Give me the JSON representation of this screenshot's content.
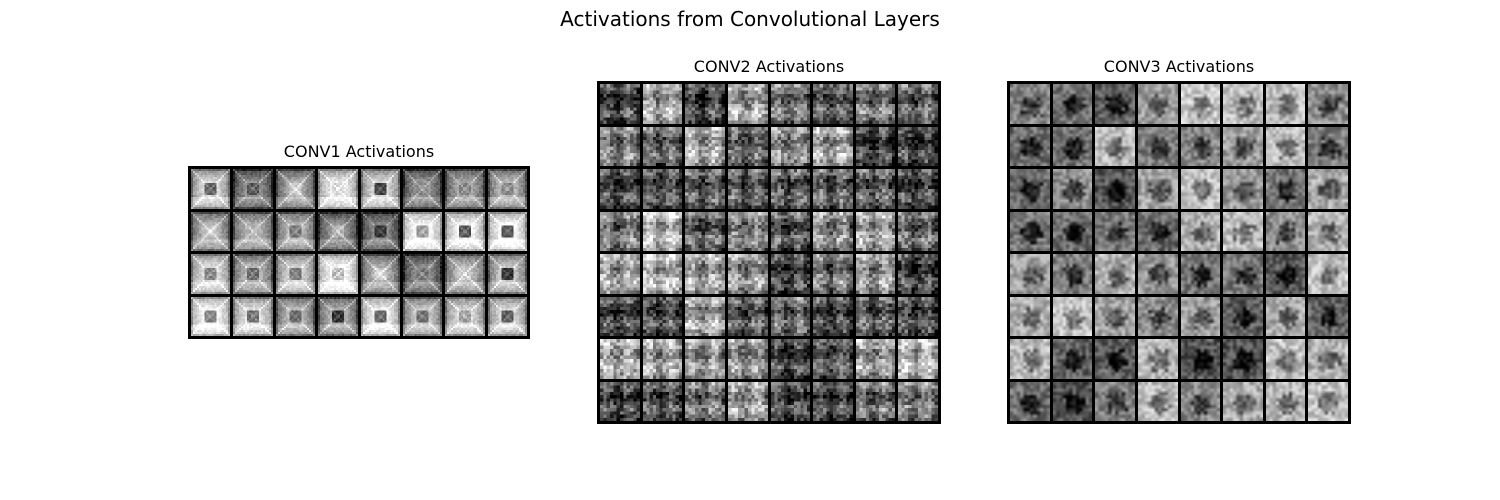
{
  "figure": {
    "title": "Activations from Convolutional Layers"
  },
  "chart_data": [
    {
      "type": "heatmap",
      "title": "CONV1 Activations",
      "colormap": "gray",
      "rows": 4,
      "cols": 8,
      "tile_style": "corridor"
    },
    {
      "type": "heatmap",
      "title": "CONV2 Activations",
      "colormap": "gray",
      "rows": 8,
      "cols": 8,
      "tile_style": "blotchy"
    },
    {
      "type": "heatmap",
      "title": "CONV3 Activations",
      "colormap": "gray",
      "rows": 8,
      "cols": 8,
      "tile_style": "smooth"
    }
  ]
}
